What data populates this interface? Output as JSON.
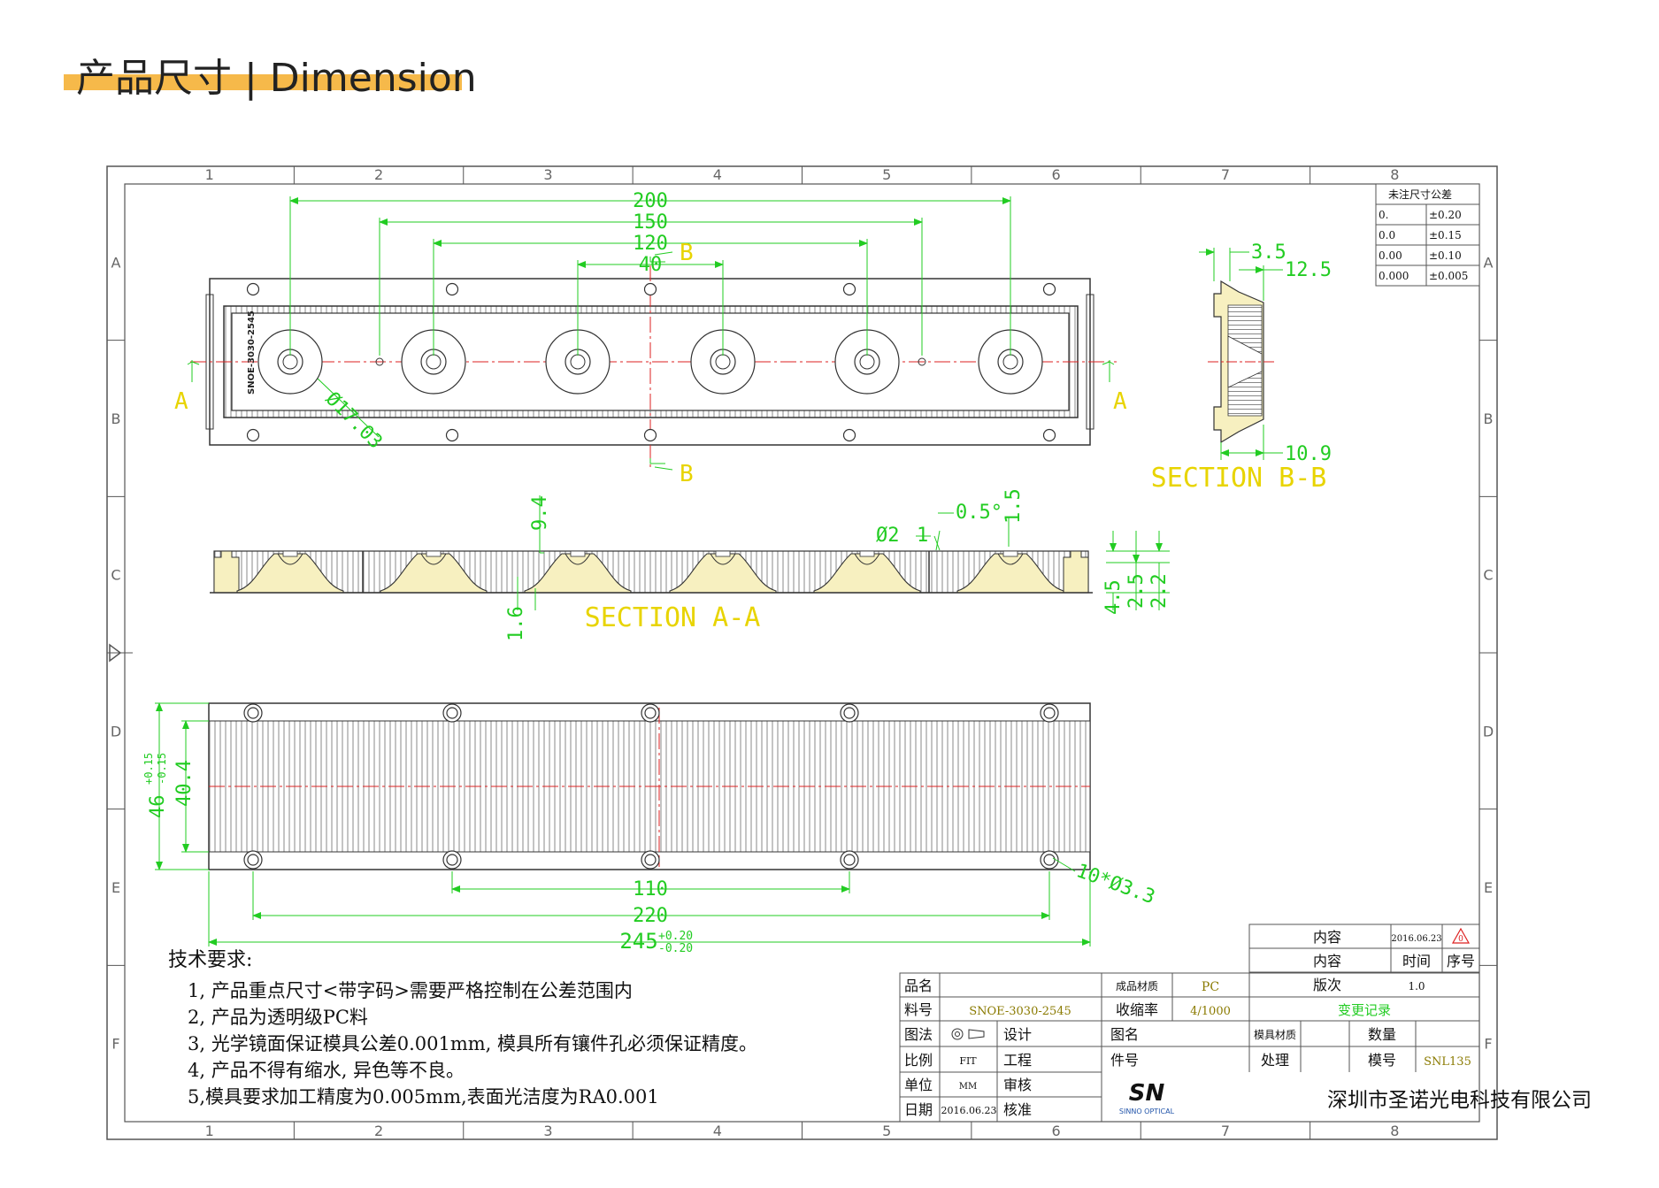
{
  "header": {
    "title": "产品尺寸 | Dimension"
  },
  "frame": {
    "col_numbers": [
      "1",
      "2",
      "3",
      "4",
      "5",
      "6",
      "7",
      "8"
    ],
    "row_letters": [
      "A",
      "B",
      "C",
      "D",
      "E",
      "F"
    ]
  },
  "top_view": {
    "dims": [
      "200",
      "150",
      "120",
      "40"
    ],
    "section_marks": {
      "a_left": "A",
      "a_right": "A",
      "b_top": "B",
      "b_bottom": "B"
    },
    "engraving": "SNOE-3030-2545",
    "lens_dim": "Ø17.03"
  },
  "section_bb": {
    "title": "SECTION B-B",
    "dims": [
      "3.5",
      "12.5",
      "10.9"
    ]
  },
  "section_aa": {
    "title": "SECTION A-A",
    "dims": {
      "d94": "9.4",
      "d16": "1.6",
      "phi2": "Ø2",
      "d1": "1",
      "angle": "0.5°",
      "d15": "1.5",
      "d45": "4.5",
      "d25": "2.5",
      "d22": "2.2"
    }
  },
  "bottom_view": {
    "dims": {
      "d46": "46",
      "d46_tol_upper": "+0.15",
      "d46_tol_lower": "-0.15",
      "d404": "40.4",
      "d110": "110",
      "d220": "220",
      "d245": "245",
      "d245_tol_upper": "+0.20",
      "d245_tol_lower": "-0.20",
      "holes": "10*Ø3.3"
    }
  },
  "tolerance_table": {
    "title": "未注尺寸公差",
    "rows": [
      {
        "precision": "0.",
        "tolerance": "±0.20"
      },
      {
        "precision": "0.0",
        "tolerance": "±0.15"
      },
      {
        "precision": "0.00",
        "tolerance": "±0.10"
      },
      {
        "precision": "0.000",
        "tolerance": "±0.005"
      }
    ]
  },
  "notes": {
    "title": "技术要求:",
    "lines": [
      "1, 产品重点尺寸<带字码>需要严格控制在公差范围内",
      "2, 产品为透明级PC料",
      "3, 光学镜面保证模具公差0.001mm, 模具所有镶件孔必须保证精度。",
      "4, 产品不得有缩水, 异色等不良。",
      "5,模具要求加工精度为0.005mm,表面光洁度为RA0.001"
    ]
  },
  "revision": {
    "h_content": "内容",
    "r1_date": "2016.06.23",
    "r1_rev": "0",
    "h_time": "时间",
    "h_seq": "序号",
    "h_version": "版次",
    "r2_val": "1.0",
    "change_record": "变更记录"
  },
  "title_block": {
    "l_name": "品名",
    "v_name": "",
    "l_material": "成品材质",
    "v_material": "PC",
    "l_part": "料号",
    "v_part": "SNOE-3030-2545",
    "l_shrink": "收缩率",
    "v_shrink": "4/1000",
    "l_method": "图法",
    "l_design": "设计",
    "l_drawing": "图名",
    "l_mold_material": "模具材质",
    "l_qty": "数量",
    "l_scale": "比例",
    "v_scale": "FIT",
    "l_eng": "工程",
    "l_piece": "件号",
    "l_treat": "处理",
    "l_mold": "模号",
    "v_mold": "SNL135",
    "l_unit": "单位",
    "v_unit": "MM",
    "l_review": "审核",
    "l_date": "日期",
    "v_date": "2016.06.23",
    "l_approve": "核准",
    "logo": "SN",
    "logo_sub": "SINNO OPTICAL",
    "company": "深圳市圣诺光电科技有限公司"
  },
  "colors": {
    "dim": "#22cc22",
    "label": "#e8d400",
    "part": "#333333",
    "fill": "#f7f0c0",
    "accent": "#f6b94a",
    "center": "#dd2222"
  }
}
